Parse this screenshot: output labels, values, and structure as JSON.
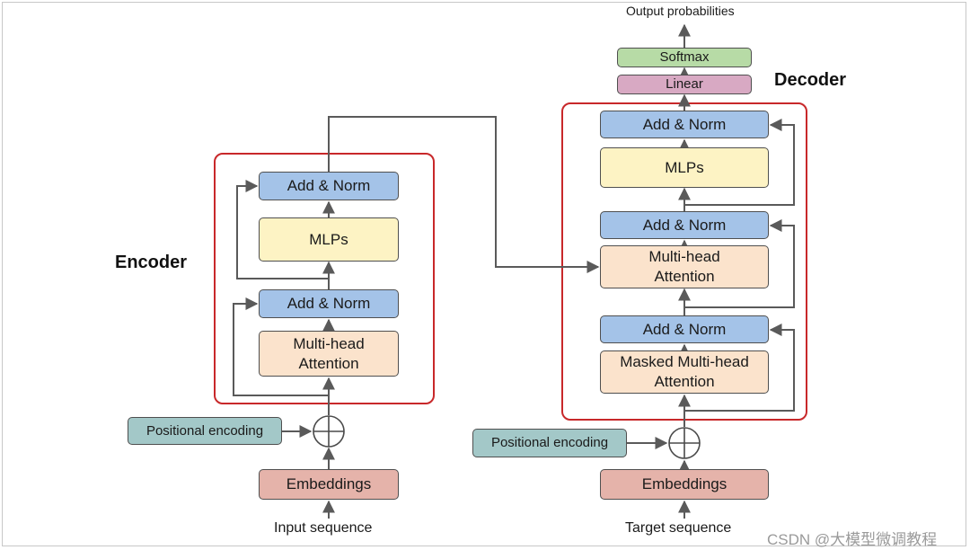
{
  "encoder": {
    "heading": "Encoder",
    "add_norm_top": "Add & Norm",
    "mlps": "MLPs",
    "add_norm_bottom": "Add & Norm",
    "attention": "Multi-head\nAttention",
    "positional": "Positional encoding",
    "embeddings": "Embeddings",
    "input_label": "Input sequence"
  },
  "decoder": {
    "heading": "Decoder",
    "output_label": "Output probabilities",
    "softmax": "Softmax",
    "linear": "Linear",
    "add_norm_top": "Add & Norm",
    "mlps": "MLPs",
    "add_norm_mid": "Add & Norm",
    "cross_attention": "Multi-head\nAttention",
    "add_norm_bottom": "Add & Norm",
    "masked_attention": "Masked Multi-head\nAttention",
    "positional": "Positional encoding",
    "embeddings": "Embeddings",
    "target_label": "Target sequence"
  },
  "watermark": "CSDN @大模型微调教程",
  "colors": {
    "add_norm": "#a4c3e8",
    "mlp": "#fdf3c4",
    "attention": "#fbe3cc",
    "embeddings": "#e5b3aa",
    "positional": "#a3c8c8",
    "softmax": "#b7dba6",
    "linear": "#d8a9c3",
    "block_border": "#c8282a",
    "line": "#5a5a5a"
  }
}
